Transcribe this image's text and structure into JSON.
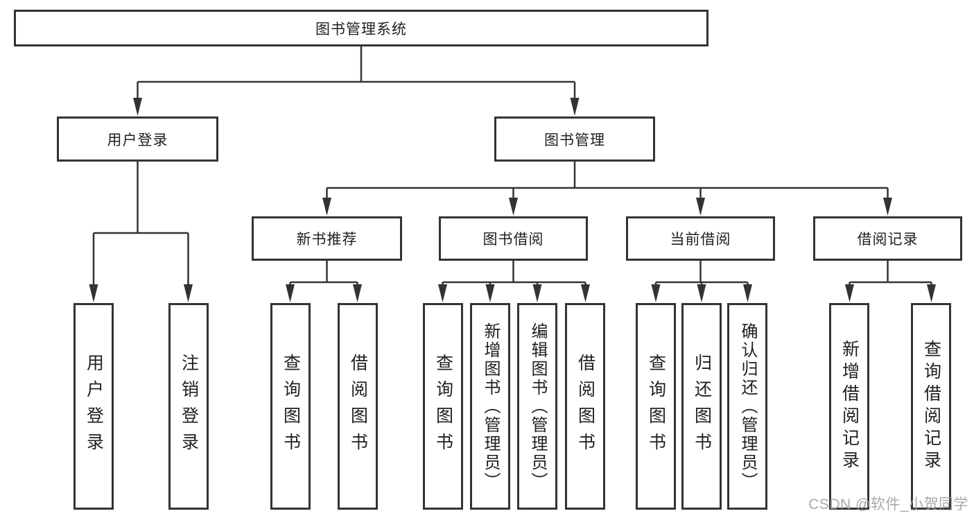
{
  "root": {
    "label": "图书管理系统"
  },
  "level1": [
    {
      "label": "用户登录"
    },
    {
      "label": "图书管理"
    }
  ],
  "level2": [
    {
      "label": "新书推荐"
    },
    {
      "label": "图书借阅"
    },
    {
      "label": "当前借阅"
    },
    {
      "label": "借阅记录"
    }
  ],
  "leaves": [
    {
      "label": "用户登录"
    },
    {
      "label": "注销登录"
    },
    {
      "label": "查询图书"
    },
    {
      "label": "借阅图书"
    },
    {
      "label": "查询图书"
    },
    {
      "label": "新增图书（管理员）"
    },
    {
      "label": "编辑图书（管理员）"
    },
    {
      "label": "借阅图书"
    },
    {
      "label": "查询图书"
    },
    {
      "label": "归还图书"
    },
    {
      "label": "确认归还（管理员）"
    },
    {
      "label": "新增借阅记录"
    },
    {
      "label": "查询借阅记录"
    }
  ],
  "watermark": "CSDN @软件_小贺同学",
  "colors": {
    "line": "#333333",
    "box_border": "#333333",
    "text": "#1f1f1f",
    "watermark": "#a0a0a6",
    "background": "#ffffff"
  }
}
